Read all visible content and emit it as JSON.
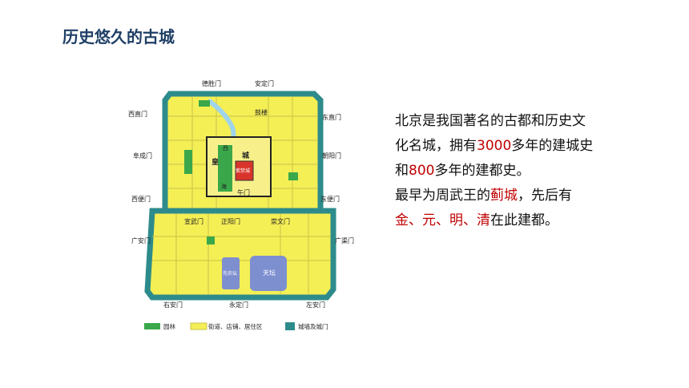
{
  "slide": {
    "title": "历史悠久的古城"
  },
  "map": {
    "gates": {
      "deshengmen": "德胜门",
      "andingmen": "安定门",
      "xizhimen": "西直门",
      "dongzhimen": "东直门",
      "fuchengmen": "阜成门",
      "chaoyangmen": "朝阳门",
      "xibianmen": "西便门",
      "dongbianmen": "东便门",
      "guanganmen": "广安门",
      "guangqumen": "广渠门",
      "xuanwumen": "宣武门",
      "zhengyangmen": "正阳门",
      "chongwenmen": "崇文门",
      "youanmen": "右安门",
      "yongdingmen": "永定门",
      "zuoanmen": "左安门",
      "wumen": "午门"
    },
    "labels": {
      "gulou": "鼓楼",
      "huangcheng_1": "皇",
      "huangcheng_2": "城",
      "xihai": "西",
      "nanhai": "海",
      "forbidden_city": "紫禁城",
      "xiannongtan": "先农坛",
      "tiantan": "天坛"
    },
    "legend": {
      "garden": "园林",
      "streets": "街道、店铺、居住区",
      "walls": "城墙及城门"
    },
    "colors": {
      "land": "#f4ef55",
      "wall": "#2e8b8b",
      "garden": "#3aa84a",
      "water": "#9fd4ec",
      "palace": "#d9342b",
      "temple": "#7e8fd0"
    }
  },
  "description": {
    "p1_a": "北京是我国著名的古都和历史文化名城，拥有",
    "years_city": "3000",
    "p1_b": "多年的建城史和",
    "years_capital": "800",
    "p1_c": "多年的建都史。",
    "p2_a": "最早为周武王的",
    "ji": "蓟城",
    "p2_b": "，先后有",
    "dyn_jin": "金",
    "sep1": "、",
    "dyn_yuan": "元",
    "sep2": "、",
    "dyn_ming": "明",
    "sep3": "、",
    "dyn_qing": "清",
    "p2_c": "在此建都。"
  }
}
